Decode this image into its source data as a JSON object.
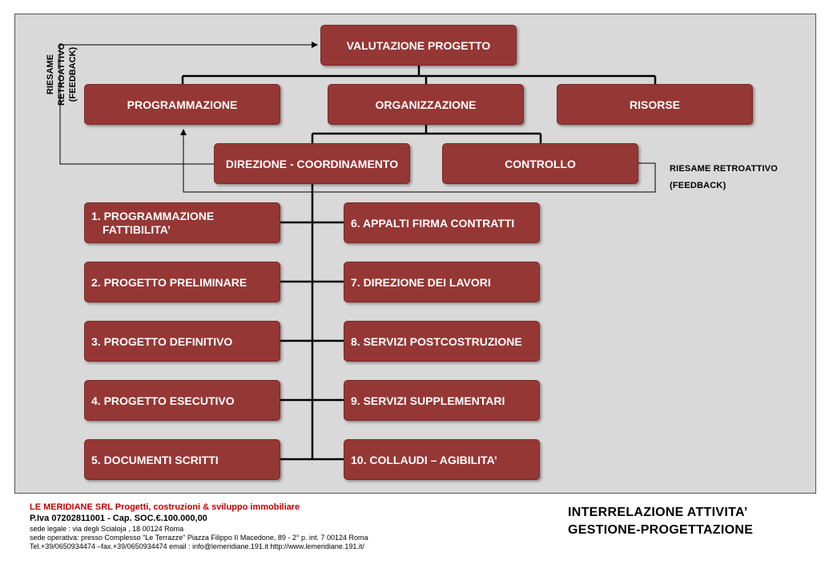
{
  "diagram": {
    "top": "VALUTAZIONE PROGETTO",
    "level2": [
      "PROGRAMMAZIONE",
      "ORGANIZZAZIONE",
      "RISORSE"
    ],
    "level3": [
      "DIREZIONE - COORDINAMENTO",
      "CONTROLLO"
    ],
    "left_column": [
      {
        "line1": "1. PROGRAMMAZIONE",
        "line2": "FATTIBILITA’"
      },
      {
        "line1": "2. PROGETTO PRELIMINARE"
      },
      {
        "line1": "3. PROGETTO DEFINITIVO"
      },
      {
        "line1": "4. PROGETTO ESECUTIVO"
      },
      {
        "line1": "5.  DOCUMENTI SCRITTI"
      }
    ],
    "right_column": [
      "6. APPALTI FIRMA CONTRATTI",
      "7. DIREZIONE DEI LAVORI",
      "8. SERVIZI POSTCOSTRUZIONE",
      "9. SERVIZI SUPPLEMENTARI",
      "10. COLLAUDI – AGIBILITA’"
    ],
    "feedback_left": {
      "line1": "RIESAME",
      "line2": "RETROATTIVO",
      "line3": "(FEEDBACK)"
    },
    "feedback_right": {
      "line1": "RIESAME RETROATTIVO",
      "line2": "(FEEDBACK)"
    },
    "colors": {
      "box": "#953735",
      "panel": "#d9d9d9",
      "line": "#000000"
    }
  },
  "footer": {
    "company": "LE MERIDIANE SRL Progetti, costruzioni & sviluppo immobiliare",
    "piva": "P.Iva 07202811001 - Cap. SOC.€.100.000,00",
    "sede_legale": "sede legale : via  degli Scialoja , 18  00124  Roma",
    "sede_operativa": "sede operativa: presso Complesso \"Le Terrazze\" Piazza Filippo II Macedone, 89 - 2°  p. int. 7  00124  Roma",
    "contacts": "Tel.+39/0650934474   –fax.+39/0650934474   email : info@lemeridiane.191.it   http://www.lemeridiane.191.it/"
  },
  "title": {
    "line1": "INTERRELAZIONE  ATTIVITA’",
    "line2": "GESTIONE-PROGETTAZIONE"
  }
}
